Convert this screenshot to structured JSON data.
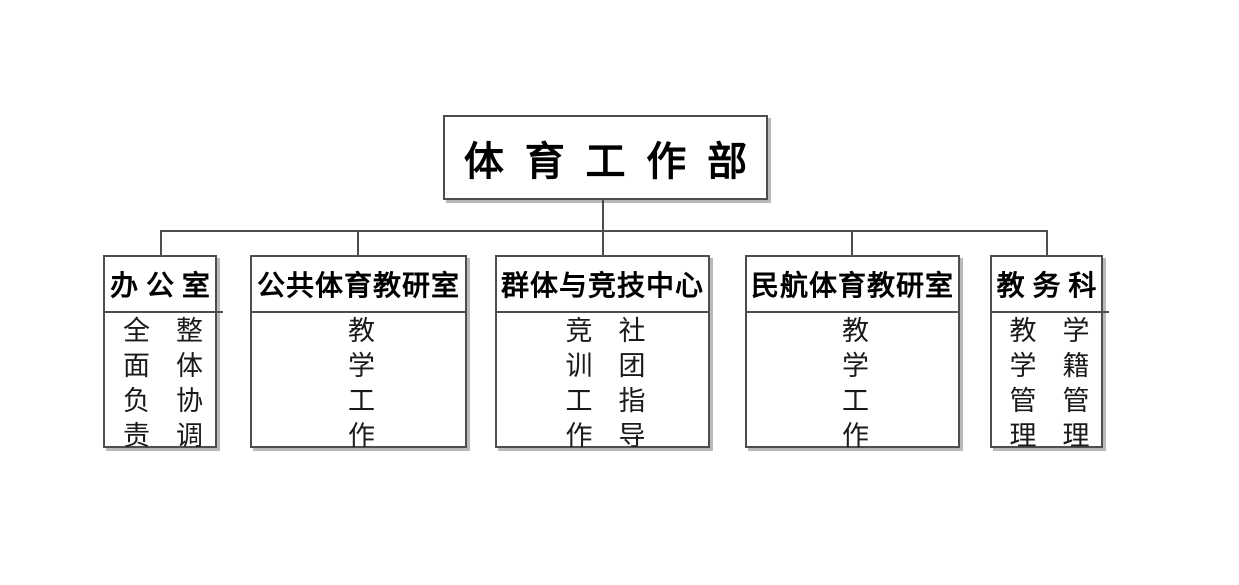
{
  "root": {
    "title": "体育工作部"
  },
  "children": [
    {
      "header": "办公室",
      "columns": [
        "全面负责",
        "整体协调"
      ]
    },
    {
      "header": "公共体育教研室",
      "columns": [
        "教学工作"
      ]
    },
    {
      "header": "群体与竞技中心",
      "columns": [
        "竞训工作",
        "社团指导"
      ]
    },
    {
      "header": "民航体育教研室",
      "columns": [
        "教学工作"
      ]
    },
    {
      "header": "教务科",
      "columns": [
        "教学管理",
        "学籍管理"
      ]
    }
  ],
  "colors": {
    "line": "#4d4d4d",
    "text": "#000000",
    "body_text": "#1a1a1a",
    "shadow": "#b9b9b9",
    "background": "#ffffff"
  }
}
